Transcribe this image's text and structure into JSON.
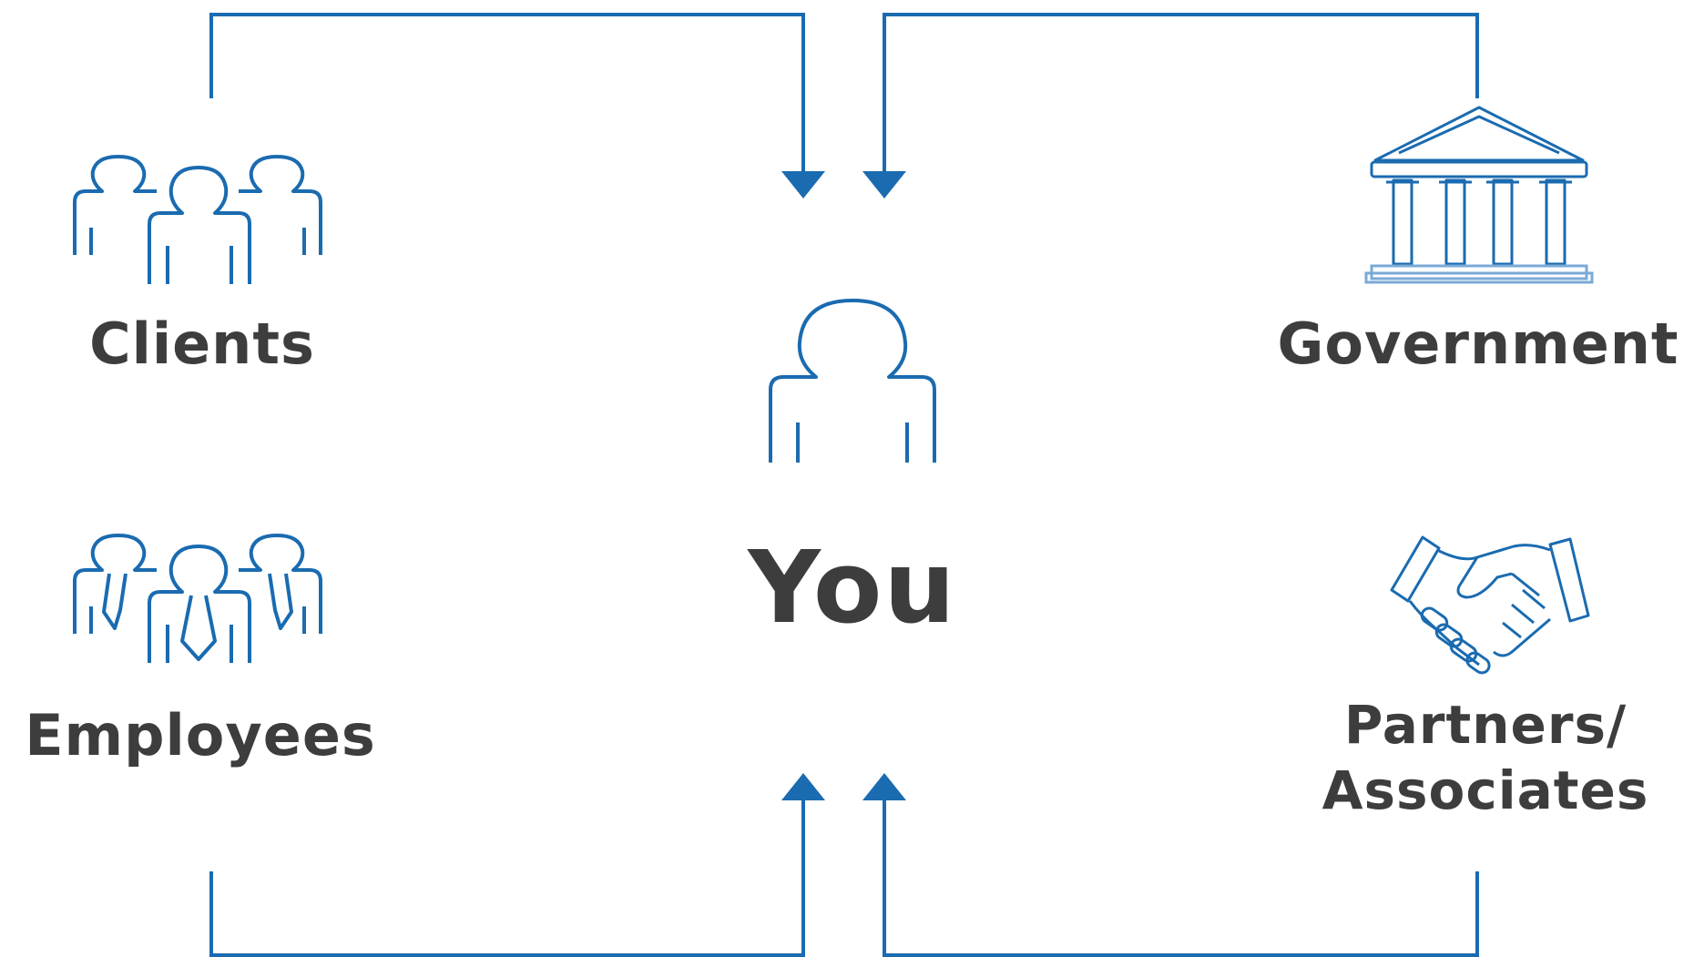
{
  "center": {
    "label": "You"
  },
  "stakeholders": {
    "clients": {
      "label": "Clients"
    },
    "employees": {
      "label": "Employees"
    },
    "government": {
      "label": "Government"
    },
    "partners": {
      "line1": "Partners/",
      "line2": "Associates"
    }
  },
  "colors": {
    "connector": "#1a6bb0",
    "icon": "#1a6bb0",
    "text": "#3d3d3d",
    "background": "#ffffff"
  },
  "icons": {
    "clients": "group-people-icon",
    "employees": "group-employees-icon",
    "center": "person-icon",
    "government": "government-building-icon",
    "partners": "handshake-icon"
  }
}
